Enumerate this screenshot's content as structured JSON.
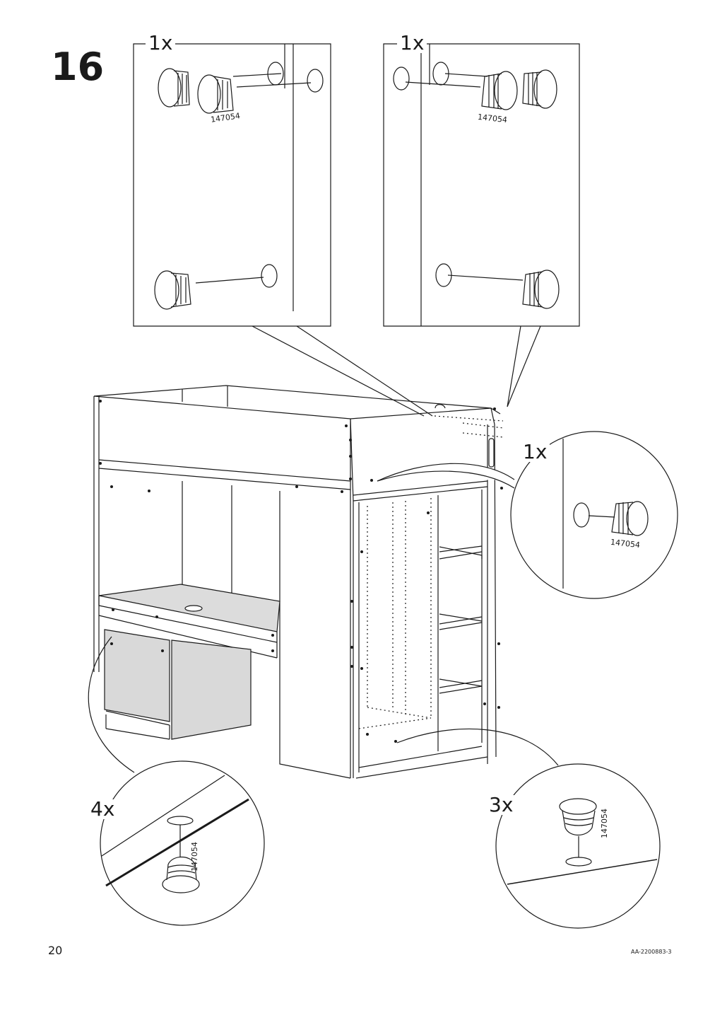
{
  "step": {
    "number": "16"
  },
  "callouts": {
    "top_left": {
      "qty": "1x",
      "part": "147054"
    },
    "top_right": {
      "qty": "1x",
      "part": "147054"
    },
    "right_circle": {
      "qty": "1x",
      "part": "147054"
    },
    "bottom_left": {
      "qty": "4x",
      "part": "147054"
    },
    "bottom_right": {
      "qty": "3x",
      "part": "147054"
    }
  },
  "footer": {
    "page_number": "20",
    "doc_code": "AA-2200883-3"
  },
  "colors": {
    "line": "#1a1a1a",
    "shade": "#d9d9d9",
    "shade_light": "#e8e8e8"
  }
}
